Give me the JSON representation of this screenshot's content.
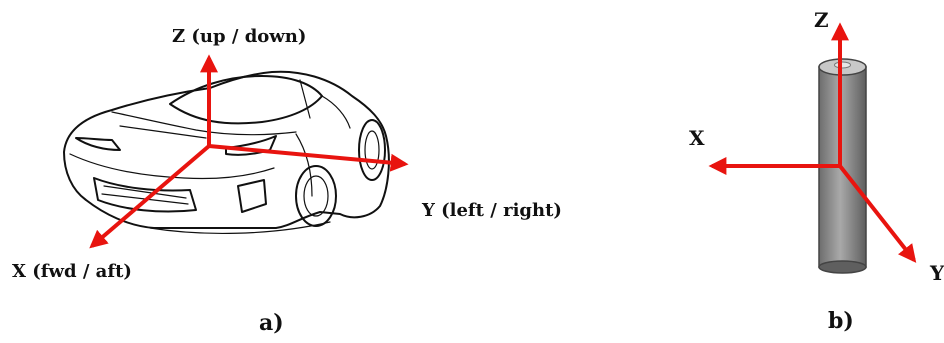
{
  "panel_a": {
    "label": "a)",
    "axes": {
      "z": "Z (up / down)",
      "y": "Y (left / right)",
      "x": "X (fwd / aft)"
    },
    "illustration": "car-sketch"
  },
  "panel_b": {
    "label": "b)",
    "axes": {
      "z": "Z",
      "x": "X",
      "y": "Y"
    },
    "illustration": "cylinder"
  },
  "colors": {
    "axis": "#e8140f",
    "cylinder": "#8a8a8a",
    "text": "#111111"
  }
}
